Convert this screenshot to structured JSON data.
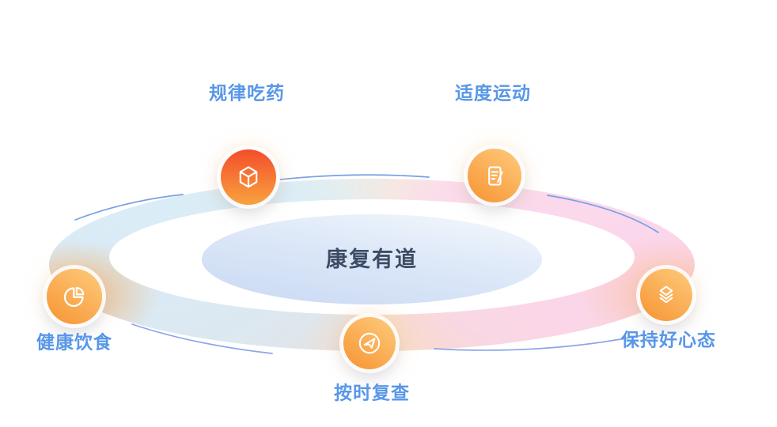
{
  "diagram": {
    "title": "康复有道",
    "flow_direction": "clockwise",
    "nodes": [
      {
        "label": "规律吃药",
        "icon": "cube-icon",
        "position": "top-left"
      },
      {
        "label": "适度运动",
        "icon": "edit-document-icon",
        "position": "top-right"
      },
      {
        "label": "保持好心态",
        "icon": "layers-icon",
        "position": "right"
      },
      {
        "label": "按时复查",
        "icon": "paper-plane-icon",
        "position": "bottom"
      },
      {
        "label": "健康饮食",
        "icon": "pie-chart-icon",
        "position": "left"
      }
    ],
    "colors": {
      "title_text": "#3d4c64",
      "label_text": "#5897e8",
      "arrow_top": "#78a0e6",
      "arrow_bottom": "#8da4ea",
      "node_red_gradient": [
        "#f3512b",
        "#f99f3e"
      ],
      "node_orange_gradient": [
        "#fdc878",
        "#f8993a"
      ],
      "band_blue": "#d9ebf6",
      "band_pink": "#fbd6ec",
      "band_peach": "#f8dcc6",
      "center_ellipse_gradient": [
        "#f2f7fc",
        "#c9d9f4"
      ]
    }
  }
}
